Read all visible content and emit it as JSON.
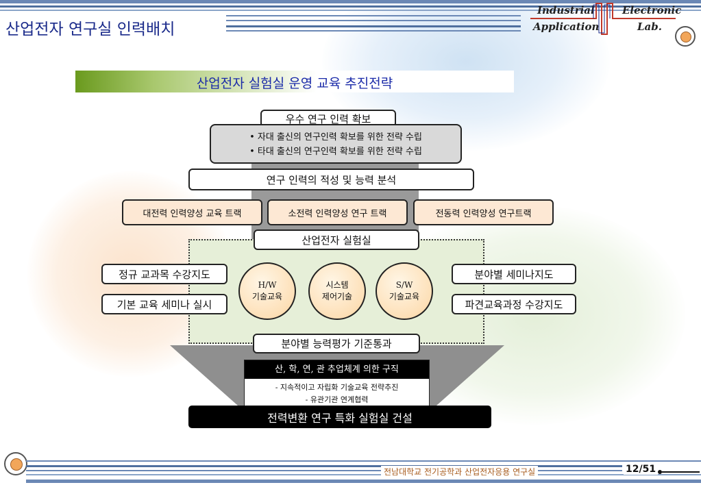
{
  "header": {
    "title": "산업전자 연구실 인력배치",
    "logo_industrial": "Industrial",
    "logo_electronic": "Electronic",
    "logo_application": "Application",
    "logo_lab": "Lab."
  },
  "slide": {
    "heading": "산업전자 실험실 운영 교육 추진전략",
    "top_title": "우수 연구 인력 확보",
    "top_bullets": [
      "• 자대 출신의 연구인력 확보를 위한 전략 수립",
      "• 타대 출신의 연구인력 확보를 위한 전략 수립"
    ],
    "analysis": "연구 인력의 적성 및 능력 분석",
    "tracks": [
      "대전력 인력양성 교육 트랙",
      "소전력 인력양성 연구 트랙",
      "전동력 인력양성 연구트랙"
    ],
    "lab_label": "산업전자 실험실",
    "left_items": [
      "정규 교과목 수강지도",
      "기본 교육 세미나 실시"
    ],
    "right_items": [
      "분야별 세미나지도",
      "파견교육과정 수강지도"
    ],
    "circles": [
      {
        "line1": "H/W",
        "line2": "기술교육"
      },
      {
        "line1": "시스템",
        "line2": "제어기술"
      },
      {
        "line1": "S/W",
        "line2": "기술교육"
      }
    ],
    "evaluation": "분야별 능력평가 기준통과",
    "recruit": "산, 학, 연, 관 추업체계 의한 구직",
    "sub_items": [
      "- 지속적이고 자립화 기술교육 전략추진",
      "- 유관기관 연계협력"
    ],
    "final": "전력변환 연구 특화 실험실 건설"
  },
  "footer": {
    "org": "전남대학교 전기공학과 산업전자응용 연구실",
    "page": "12/51"
  },
  "colors": {
    "title_blue": "#1a2a8a",
    "heading_green": "#6a9a1e",
    "peach": "#fde8d4",
    "lab_green": "#e6efd8"
  }
}
